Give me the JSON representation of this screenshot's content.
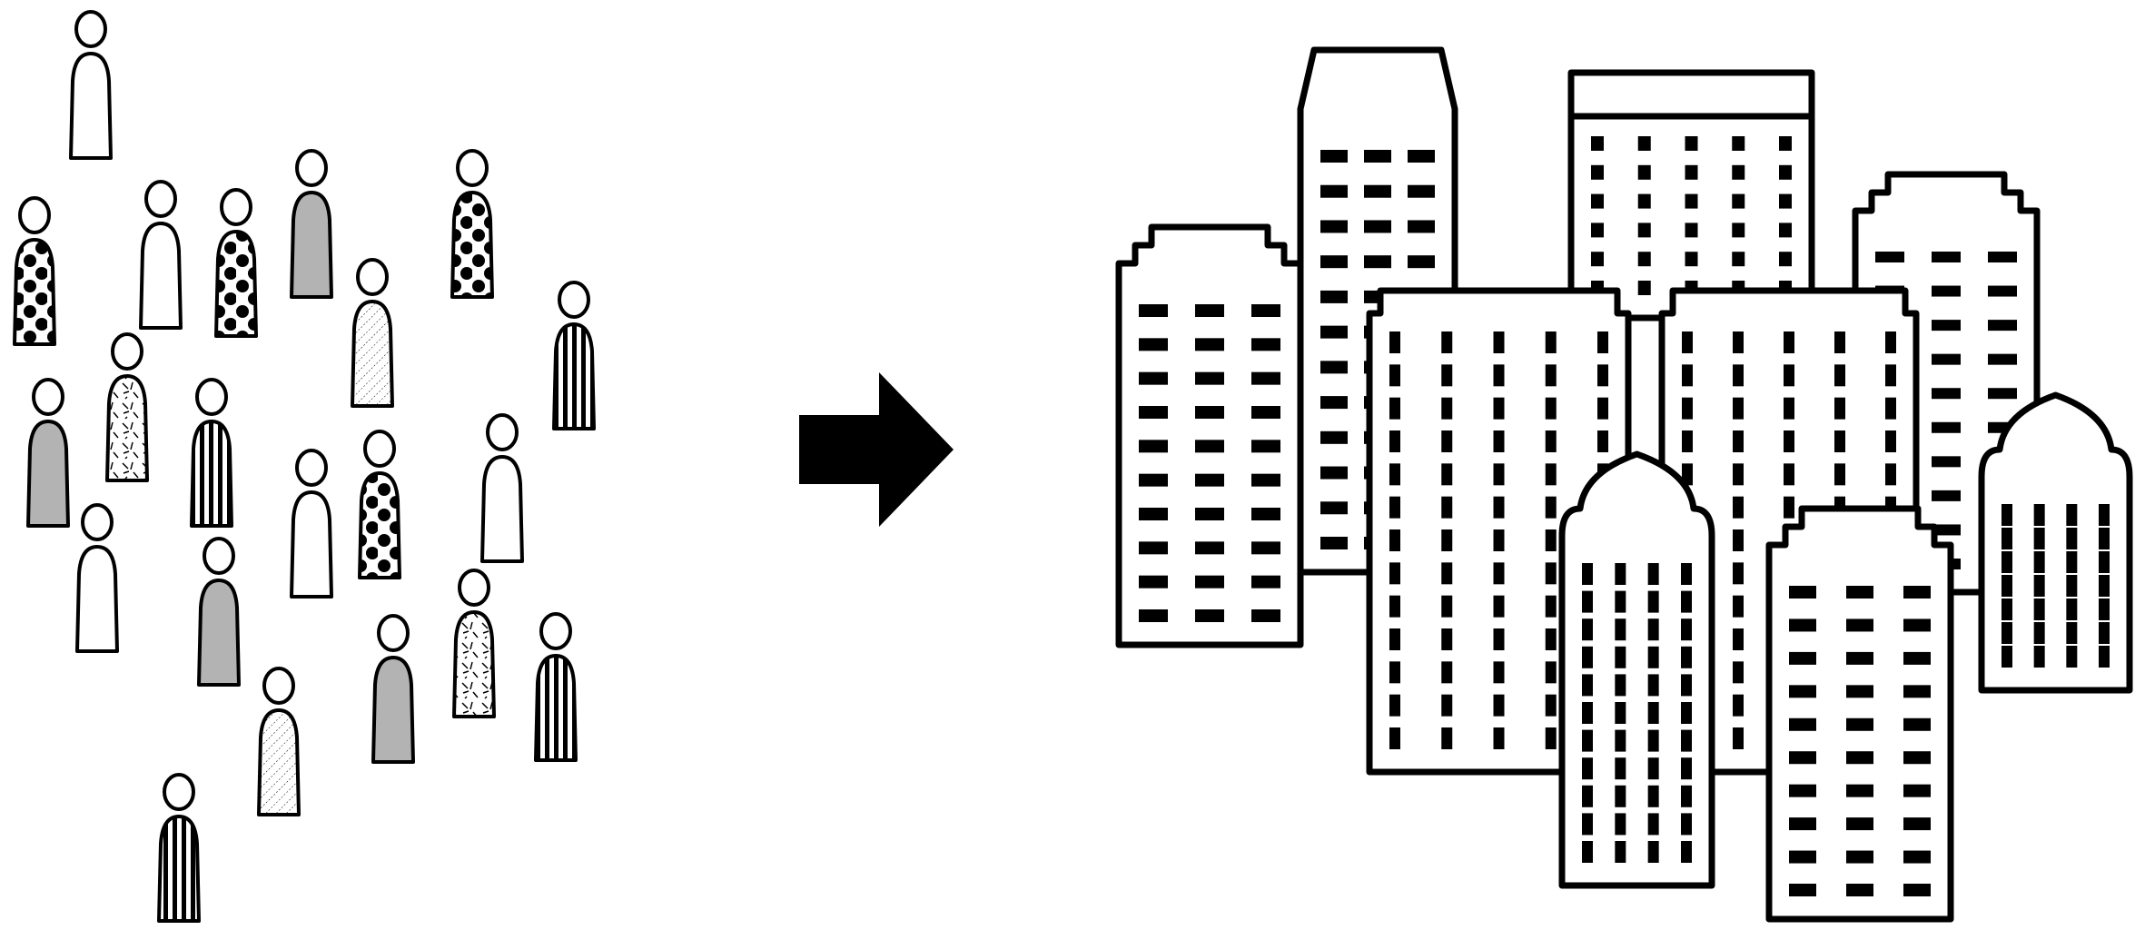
{
  "diagram": {
    "left_group": "people",
    "connector": "arrow-right",
    "right_group": "buildings"
  },
  "colors": {
    "background": "#ffffff",
    "ink": "#000000",
    "gray_fill": "#b3b3b3",
    "white_fill": "#ffffff"
  },
  "people": [
    {
      "pattern": "plain"
    },
    {
      "pattern": "dots"
    },
    {
      "pattern": "plain"
    },
    {
      "pattern": "dots"
    },
    {
      "pattern": "gray"
    },
    {
      "pattern": "dots"
    },
    {
      "pattern": "hatch"
    },
    {
      "pattern": "stripes"
    },
    {
      "pattern": "gray"
    },
    {
      "pattern": "dashes"
    },
    {
      "pattern": "stripes"
    },
    {
      "pattern": "plain"
    },
    {
      "pattern": "dots"
    },
    {
      "pattern": "plain"
    },
    {
      "pattern": "plain"
    },
    {
      "pattern": "gray"
    },
    {
      "pattern": "dashes"
    },
    {
      "pattern": "gray"
    },
    {
      "pattern": "stripes"
    },
    {
      "pattern": "hatch"
    },
    {
      "pattern": "stripes"
    }
  ],
  "buildings": [
    {
      "roof": "stepped"
    },
    {
      "roof": "tapered"
    },
    {
      "roof": "band"
    },
    {
      "roof": "stepped"
    },
    {
      "roof": "notched"
    },
    {
      "roof": "notched"
    },
    {
      "roof": "dome"
    },
    {
      "roof": "dome"
    },
    {
      "roof": "stepped"
    }
  ]
}
